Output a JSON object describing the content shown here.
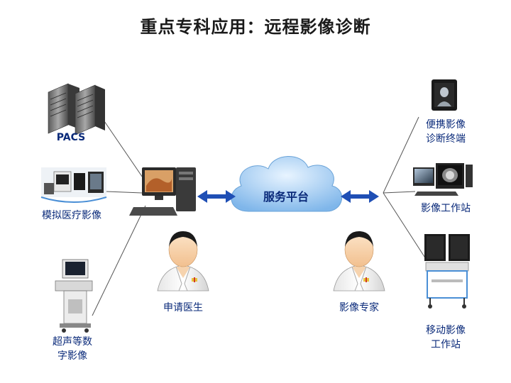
{
  "title": "重点专科应用：远程影像诊断",
  "platform": {
    "label": "服务平台"
  },
  "left_devices": [
    {
      "label": "PACS"
    },
    {
      "label": "模拟医疗影像"
    },
    {
      "label_line1": "超声等数",
      "label_line2": "字影像"
    }
  ],
  "people": {
    "doctor": "申请医生",
    "expert": "影像专家"
  },
  "right_devices": [
    {
      "label_line1": "便携影像",
      "label_line2": "诊断终端"
    },
    {
      "label": "影像工作站"
    },
    {
      "label_line1": "移动影像",
      "label_line2": "工作站"
    }
  ],
  "colors": {
    "arrow": "#1f4fb5",
    "cloud": "#9fcbf2",
    "label_text": "#0a2a7a"
  }
}
